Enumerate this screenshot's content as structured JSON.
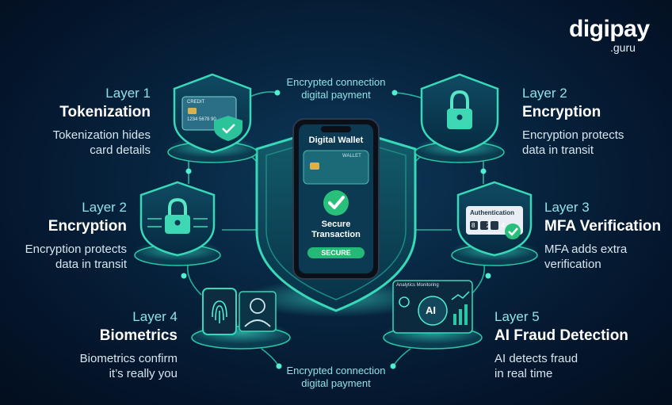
{
  "brand": {
    "name": "digipay",
    "sub": ".guru"
  },
  "connection_top": {
    "line1": "Encrypted connection",
    "line2": "digital payment"
  },
  "connection_bottom": {
    "line1": "Encrypted connection",
    "line2": "digital payment"
  },
  "layers": {
    "tokenization": {
      "num": "Layer 1",
      "title": "Tokenization",
      "desc1": "Tokenization hides",
      "desc2": "card details"
    },
    "encryption_right": {
      "num": "Layer 2",
      "title": "Encryption",
      "desc1": "Encryption protects",
      "desc2": "data in transit"
    },
    "encryption_left": {
      "num": "Layer 2",
      "title": "Encryption",
      "desc1": "Encryption protects",
      "desc2": "data in transit"
    },
    "mfa": {
      "num": "Layer 3",
      "title": "MFA Verification",
      "desc1": "MFA adds extra",
      "desc2": "verification"
    },
    "biometrics": {
      "num": "Layer 4",
      "title": "Biometrics",
      "desc1": "Biometrics confirm",
      "desc2": "it’s really you"
    },
    "ai": {
      "num": "Layer 5",
      "title": "AI Fraud Detection",
      "desc1": "AI detects fraud",
      "desc2": "in real time"
    }
  },
  "phone": {
    "title": "Digital Wallet",
    "card_label": "WALLET",
    "status1": "Secure",
    "status2": "Transaction",
    "button": "SECURE"
  },
  "icons": {
    "credit_card_label": "CREDIT",
    "card_number": "1234  5678  90",
    "auth_label": "Authentication",
    "auth_code": "8 2 4",
    "analytics_label": "Analytics Monitoring",
    "ai_label": "AI"
  },
  "colors": {
    "accent": "#2fd6b0",
    "glow": "#4ff0d0",
    "bg": "#04152b"
  }
}
